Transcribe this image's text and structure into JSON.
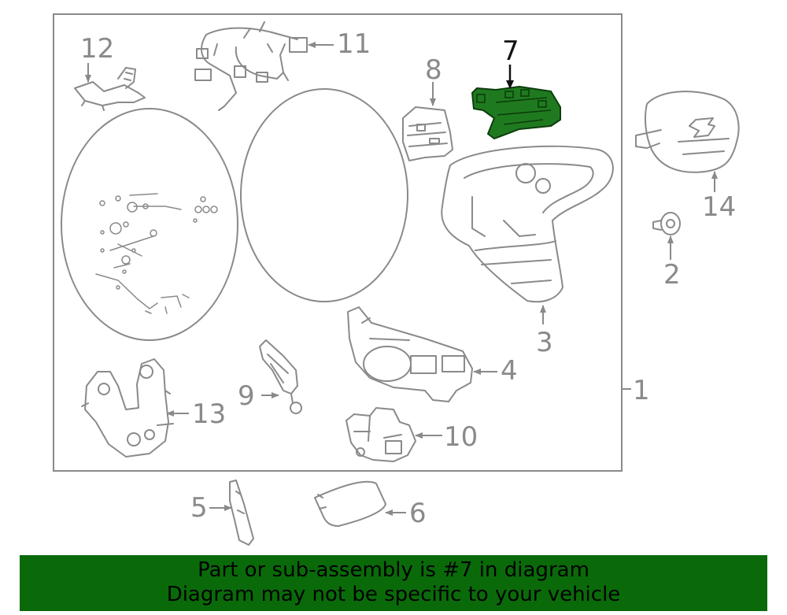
{
  "callouts": {
    "c1": "1",
    "c2": "2",
    "c3": "3",
    "c4": "4",
    "c5": "5",
    "c6": "6",
    "c7": "7",
    "c8": "8",
    "c9": "9",
    "c10": "10",
    "c11": "11",
    "c12": "12",
    "c13": "13",
    "c14": "14"
  },
  "highlight": {
    "part": "7",
    "color": "#0a6a0a"
  },
  "banner": {
    "line1": "Part or sub-assembly is #7 in diagram",
    "line2": "Diagram may not be specific to your vehicle",
    "color": "#0a6a0a"
  }
}
